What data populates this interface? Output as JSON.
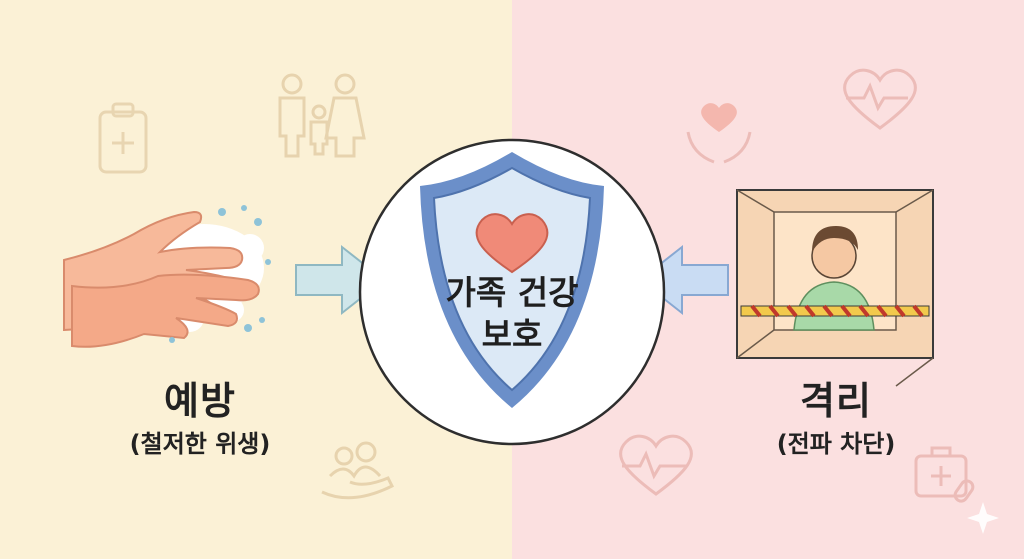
{
  "colors": {
    "left_bg": "#fbf1d6",
    "right_bg": "#fbe0e0",
    "shield_outer": "#6b8fc9",
    "shield_inner": "#dce9f6",
    "heart": "#f08a78",
    "arrow_left": "#cfe6ea",
    "arrow_right": "#c9dcf3"
  },
  "center": {
    "line1": "가족 건강",
    "line2": "보호"
  },
  "left": {
    "title": "예방",
    "subtitle": "(철저한 위생)"
  },
  "right": {
    "title": "격리",
    "subtitle": "(전파 차단)"
  },
  "icons": {
    "hands": "hand-washing-icon",
    "person": "quarantined-person-icon",
    "family": "family-icon",
    "clipboard": "medical-clipboard-icon",
    "heart_hands": "heart-in-hands-icon",
    "heartbeat": "heartbeat-icon",
    "medkit": "medical-kit-icon"
  }
}
